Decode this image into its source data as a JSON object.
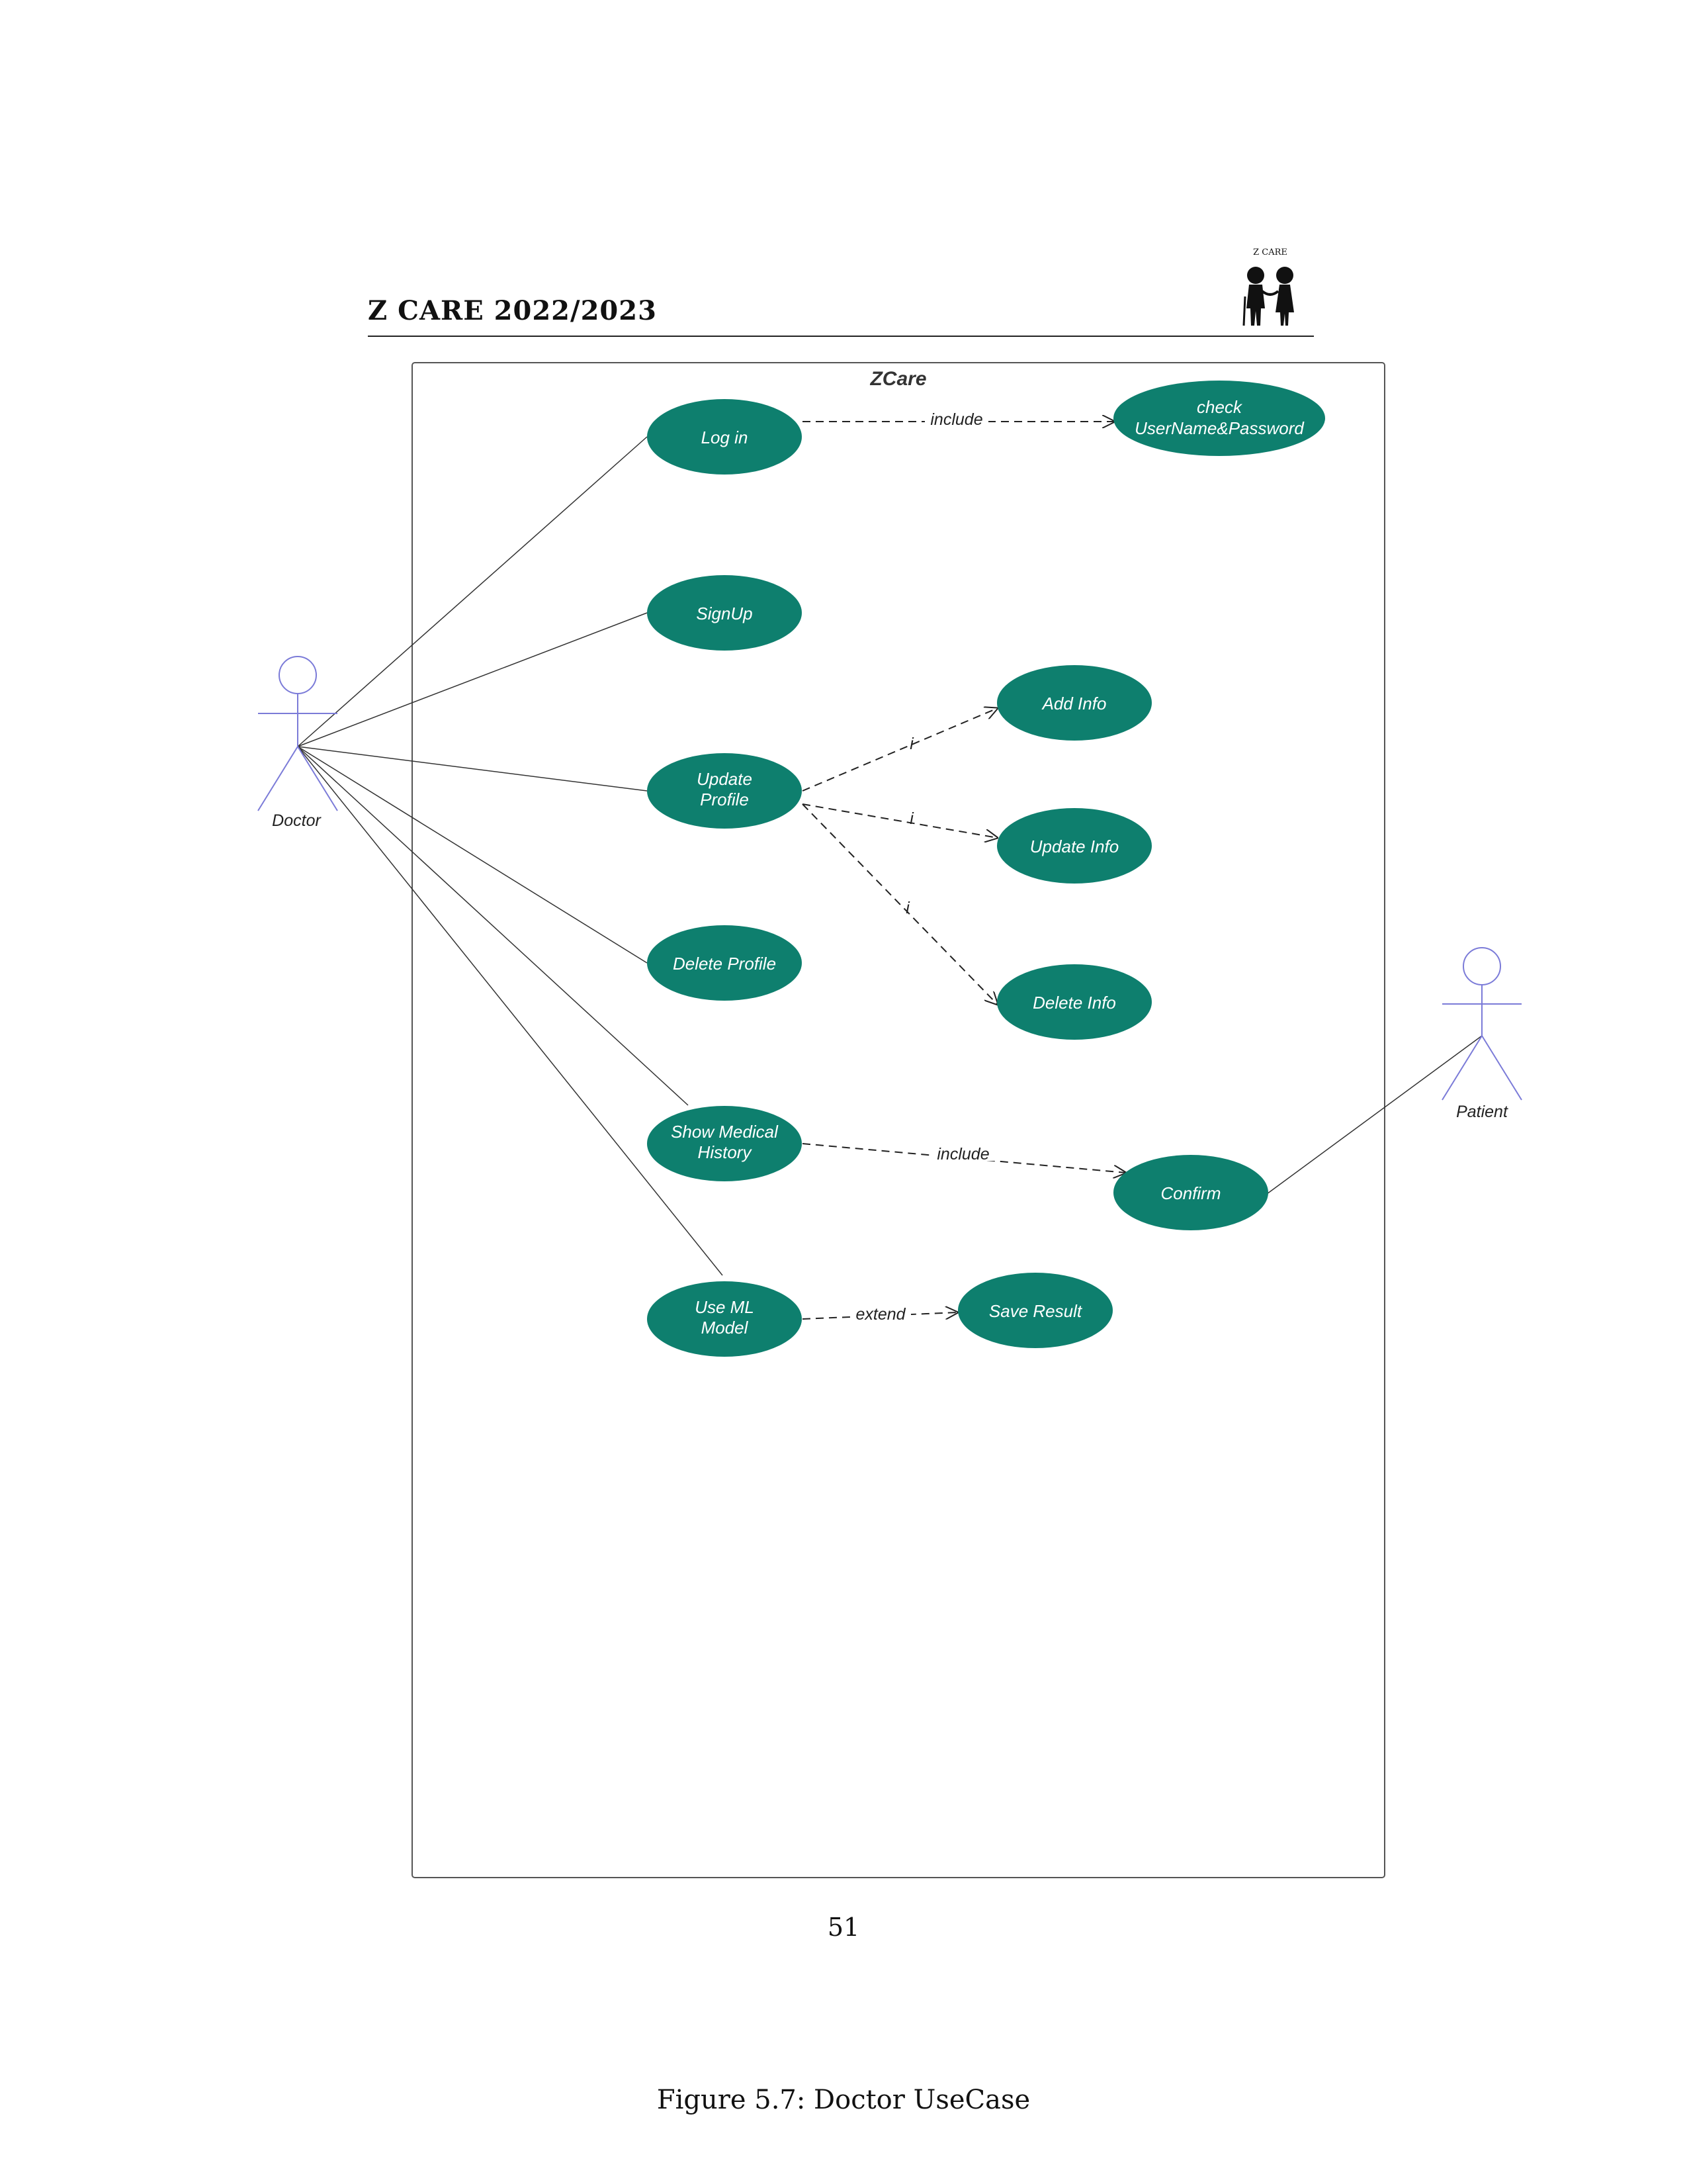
{
  "header": {
    "title": "Z CARE 2022/2023",
    "logo_text": "Z CARE"
  },
  "diagram": {
    "system_title": "ZCare",
    "actors": [
      {
        "id": "doctor",
        "label": "Doctor"
      },
      {
        "id": "patient",
        "label": "Patient"
      }
    ],
    "use_cases": [
      {
        "id": "login",
        "label": [
          "Log in"
        ]
      },
      {
        "id": "check",
        "label": [
          "check",
          "UserName&Password"
        ]
      },
      {
        "id": "signup",
        "label": [
          "SignUp"
        ]
      },
      {
        "id": "addinfo",
        "label": [
          "Add Info"
        ]
      },
      {
        "id": "update",
        "label": [
          "Update",
          "Profile"
        ]
      },
      {
        "id": "updateinfo",
        "label": [
          "Update Info"
        ]
      },
      {
        "id": "deleteprofile",
        "label": [
          "Delete Profile"
        ]
      },
      {
        "id": "deleteinfo",
        "label": [
          "Delete Info"
        ]
      },
      {
        "id": "showmed",
        "label": [
          "Show Medical",
          "History"
        ]
      },
      {
        "id": "confirm",
        "label": [
          "Confirm"
        ]
      },
      {
        "id": "useml",
        "label": [
          "Use ML",
          "Model"
        ]
      },
      {
        "id": "saveresult",
        "label": [
          "Save Result"
        ]
      }
    ],
    "associations": [
      {
        "actor": "doctor",
        "use_case": "login"
      },
      {
        "actor": "doctor",
        "use_case": "signup"
      },
      {
        "actor": "doctor",
        "use_case": "update"
      },
      {
        "actor": "doctor",
        "use_case": "deleteprofile"
      },
      {
        "actor": "doctor",
        "use_case": "showmed"
      },
      {
        "actor": "doctor",
        "use_case": "useml"
      },
      {
        "actor": "patient",
        "use_case": "confirm"
      }
    ],
    "dependencies": [
      {
        "from": "login",
        "to": "check",
        "label": "include"
      },
      {
        "from": "update",
        "to": "addinfo",
        "label": "i"
      },
      {
        "from": "update",
        "to": "updateinfo",
        "label": "i"
      },
      {
        "from": "update",
        "to": "deleteinfo",
        "label": "i"
      },
      {
        "from": "showmed",
        "to": "confirm",
        "label": "include"
      },
      {
        "from": "useml",
        "to": "saveresult",
        "label": "extend"
      }
    ],
    "colors": {
      "use_case_fill": "#0e7f6e",
      "use_case_text": "#ffffff",
      "actor_stroke": "#7b7bd8",
      "line": "#333333"
    }
  },
  "page_number": "51",
  "caption": "Figure 5.7: Doctor UseCase"
}
